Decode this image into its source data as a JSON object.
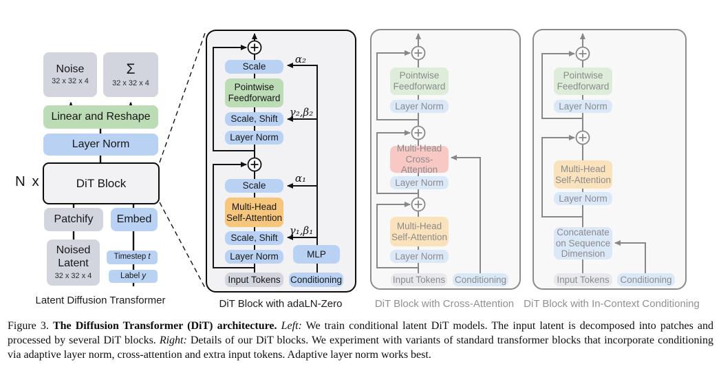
{
  "palette": {
    "blue": "#b9d2f3",
    "green": "#bcdcb6",
    "orange": "#f6c67d",
    "red": "#f3938c",
    "gray": "#d3d5de",
    "panel_background": "#f2f2f4",
    "line_black": "#111111"
  },
  "icons": {
    "residual_add": "circled-plus",
    "arrowhead": "filled-triangle"
  },
  "panel_latent": {
    "caption": "Latent Diffusion Transformer",
    "multiplier": "N x",
    "noise": {
      "label": "Noise",
      "dim": "32 x 32 x 4"
    },
    "sum": {
      "label": "Σ",
      "dim": "32 x 32 x 4"
    },
    "linear_reshape": "Linear and Reshape",
    "layer_norm": "Layer Norm",
    "dit_block": "DiT Block",
    "patchify": "Patchify",
    "embed": "Embed",
    "noised_latent": {
      "label": "Noised\nLatent",
      "dim": "32 x 32 x 4"
    },
    "timestep": {
      "label": "Timestep",
      "var": "t"
    },
    "class_label": {
      "label": "Label",
      "var": "y"
    }
  },
  "panel_adaln": {
    "caption": "DiT Block with adaLN-Zero",
    "scale_top": "Scale",
    "alpha2": "α₂",
    "pointwise_feedforward": "Pointwise\nFeedforward",
    "scale_shift_top": "Scale, Shift",
    "gamma_beta2": "γ₂,β₂",
    "layer_norm_top": "Layer Norm",
    "scale_bottom": "Scale",
    "alpha1": "α₁",
    "mhsa": "Multi-Head\nSelf-Attention",
    "scale_shift_bottom": "Scale, Shift",
    "gamma_beta1": "γ₁,β₁",
    "layer_norm_bottom": "Layer Norm",
    "input_tokens": "Input Tokens",
    "mlp": "MLP",
    "conditioning": "Conditioning"
  },
  "panel_cross": {
    "caption": "DiT Block with Cross-Attention",
    "pointwise_feedforward": "Pointwise\nFeedforward",
    "layer_norm_1": "Layer Norm",
    "mhca": "Multi-Head\nCross-Attention",
    "layer_norm_2": "Layer Norm",
    "mhsa": "Multi-Head\nSelf-Attention",
    "layer_norm_3": "Layer Norm",
    "input_tokens": "Input Tokens",
    "conditioning": "Conditioning"
  },
  "panel_incontext": {
    "caption": "DiT Block with In-Context Conditioning",
    "pointwise_feedforward": "Pointwise\nFeedforward",
    "layer_norm_1": "Layer Norm",
    "mhsa": "Multi-Head\nSelf-Attention",
    "layer_norm_2": "Layer Norm",
    "concat": "Concatenate\non Sequence\nDimension",
    "input_tokens": "Input Tokens",
    "conditioning": "Conditioning"
  },
  "figure_caption": {
    "runs": [
      {
        "text": "Figure 3. ",
        "style": "normal"
      },
      {
        "text": "The Diffusion Transformer (DiT) architecture.",
        "style": "bold"
      },
      {
        "text": " ",
        "style": "normal"
      },
      {
        "text": "Left:",
        "style": "italic"
      },
      {
        "text": " We train conditional latent DiT models. The input latent is decomposed into patches and processed by several DiT blocks. ",
        "style": "normal"
      },
      {
        "text": "Right:",
        "style": "italic"
      },
      {
        "text": " Details of our DiT blocks. We experiment with variants of standard transformer blocks that incorporate conditioning via adaptive layer norm, cross-attention and extra input tokens. Adaptive layer norm works best.",
        "style": "normal"
      }
    ]
  }
}
